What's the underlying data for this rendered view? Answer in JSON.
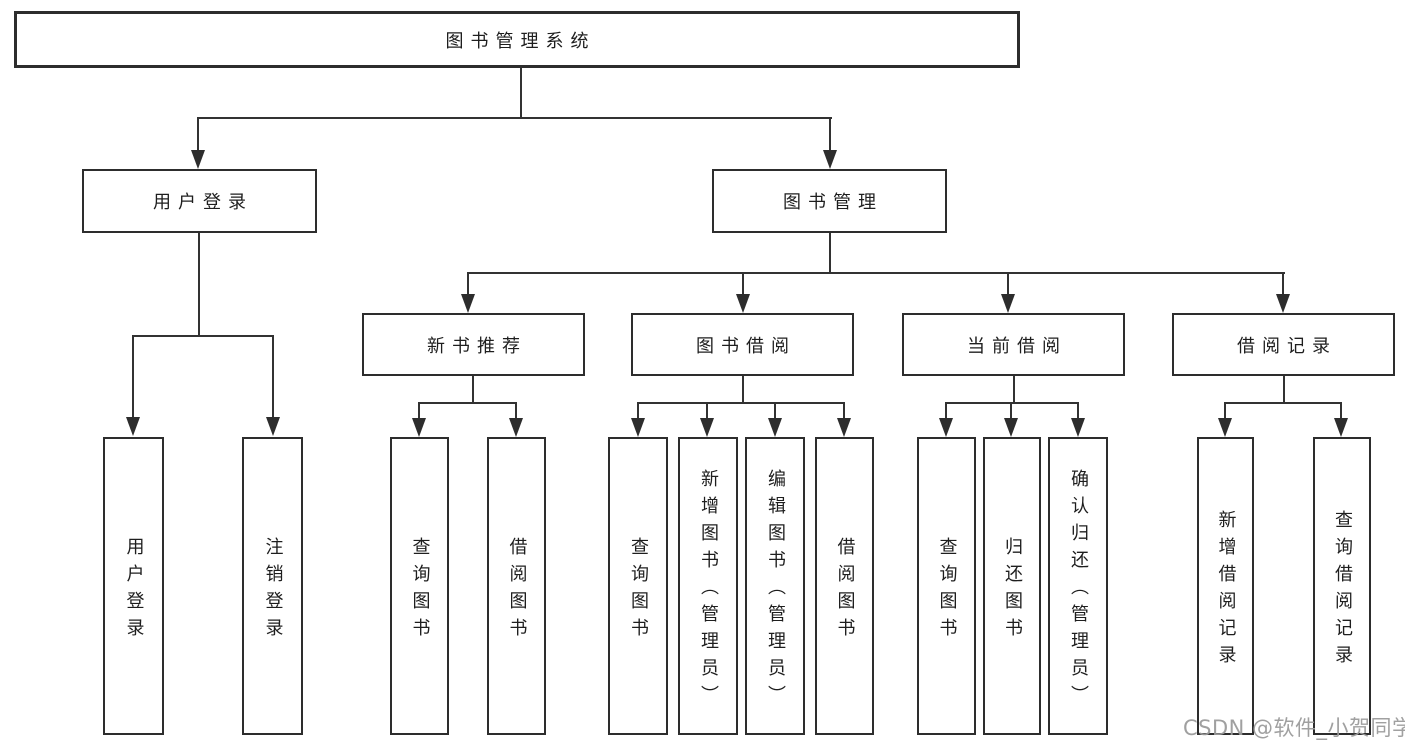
{
  "colors": {
    "ink": "#2d2d2d",
    "background": "#ffffff",
    "watermark_gray": "#9b9b9b"
  },
  "watermark": "CSDN @软件_小贺同学",
  "tree": {
    "root": "图书管理系统",
    "branches": [
      {
        "label": "用户登录",
        "children": [
          "用户登录",
          "注销登录"
        ]
      },
      {
        "label": "图书管理",
        "groups": [
          {
            "label": "新书推荐",
            "children": [
              "查询图书",
              "借阅图书"
            ]
          },
          {
            "label": "图书借阅",
            "children": [
              "查询图书",
              "新增图书（管理员）",
              "编辑图书（管理员）",
              "借阅图书"
            ]
          },
          {
            "label": "当前借阅",
            "children": [
              "查询图书",
              "归还图书",
              "确认归还（管理员）"
            ]
          },
          {
            "label": "借阅记录",
            "children": [
              "新增借阅记录",
              "查询借阅记录"
            ]
          }
        ]
      }
    ]
  }
}
